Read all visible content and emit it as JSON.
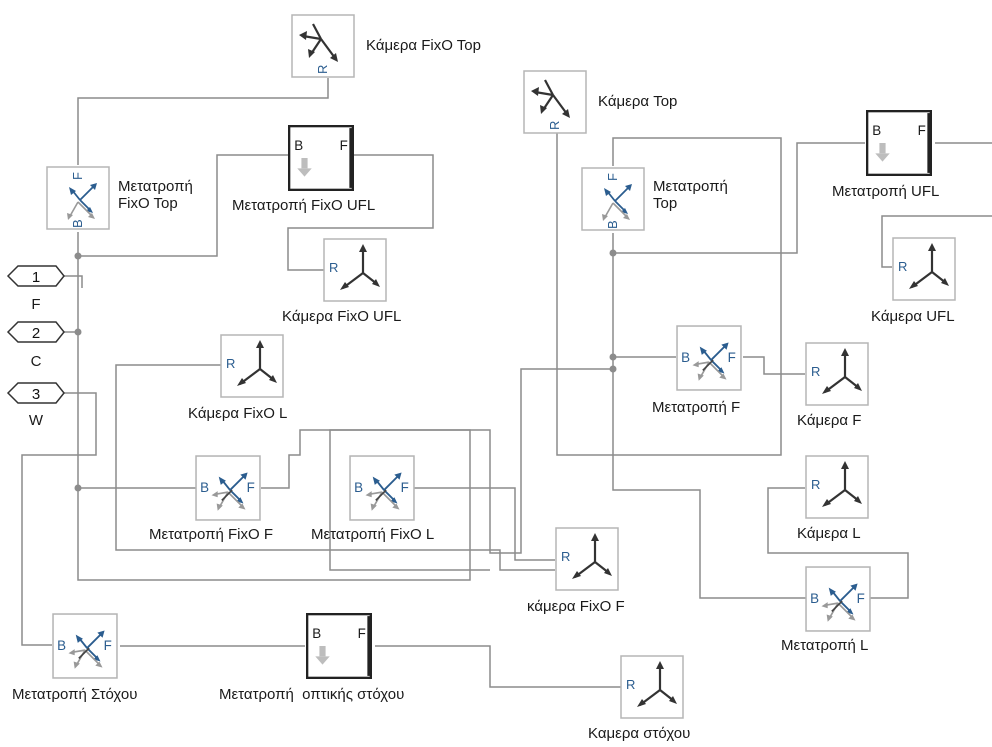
{
  "inports": [
    {
      "number": "1",
      "label": "F"
    },
    {
      "number": "2",
      "label": "C"
    },
    {
      "number": "3",
      "label": "W"
    }
  ],
  "blocks": {
    "cam_fixo_top": {
      "label": "Κάμερα FixO Top",
      "icon": "camera-axes-icon",
      "port": "R"
    },
    "conv_fixo_top": {
      "label": "Μετατροπή\nFixO Top",
      "icon": "frame-transform-icon",
      "ports": [
        "F",
        "B"
      ]
    },
    "conv_fixo_ufl": {
      "label": "Μετατροπή FixO UFL",
      "icon": "subsystem-icon",
      "ports": [
        "B",
        "F"
      ]
    },
    "cam_fixo_ufl": {
      "label": "Κάμερα FixO UFL",
      "icon": "camera-axes-icon",
      "port": "R"
    },
    "cam_fixo_l": {
      "label": "Κάμερα FixO L",
      "icon": "camera-axes-icon",
      "port": "R"
    },
    "conv_fixo_f": {
      "label": "Μετατροπή FixO F",
      "icon": "frame-transform-icon",
      "ports": [
        "B",
        "F"
      ]
    },
    "conv_fixo_l": {
      "label": "Μετατροπή FixO L",
      "icon": "frame-transform-icon",
      "ports": [
        "B",
        "F"
      ]
    },
    "cam_fixo_f": {
      "label": "κάμερα FixO F",
      "icon": "camera-axes-icon",
      "port": "R"
    },
    "conv_target": {
      "label": "Μετατροπή Στόχου",
      "icon": "frame-transform-icon",
      "ports": [
        "B",
        "F"
      ]
    },
    "conv_optic_target": {
      "label": "Μετατροπή  οπτικής στόχου",
      "icon": "subsystem-icon",
      "ports": [
        "B",
        "F"
      ]
    },
    "cam_target": {
      "label": "Καμερα στόχου",
      "icon": "camera-axes-icon",
      "port": "R"
    },
    "cam_top": {
      "label": "Κάμερα Top",
      "icon": "camera-axes-icon",
      "port": "R"
    },
    "conv_top": {
      "label": "Μετατροπή\nTop",
      "icon": "frame-transform-icon",
      "ports": [
        "F",
        "B"
      ]
    },
    "conv_ufl": {
      "label": "Μετατροπή UFL",
      "icon": "subsystem-icon",
      "ports": [
        "B",
        "F"
      ]
    },
    "cam_ufl": {
      "label": "Κάμερα UFL",
      "icon": "camera-axes-icon",
      "port": "R"
    },
    "conv_f": {
      "label": "Μετατροπή F",
      "icon": "frame-transform-icon",
      "ports": [
        "B",
        "F"
      ]
    },
    "cam_f": {
      "label": "Κάμερα F",
      "icon": "camera-axes-icon",
      "port": "R"
    },
    "cam_l": {
      "label": "Κάμερα L",
      "icon": "camera-axes-icon",
      "port": "R"
    },
    "conv_l": {
      "label": "Μετατροπή L",
      "icon": "frame-transform-icon",
      "ports": [
        "B",
        "F"
      ]
    }
  },
  "colors": {
    "wire": "#8c8c8c",
    "block_border": "#b5b5b5",
    "arrow_blue": "#2b5d8f",
    "dark": "#333333"
  }
}
